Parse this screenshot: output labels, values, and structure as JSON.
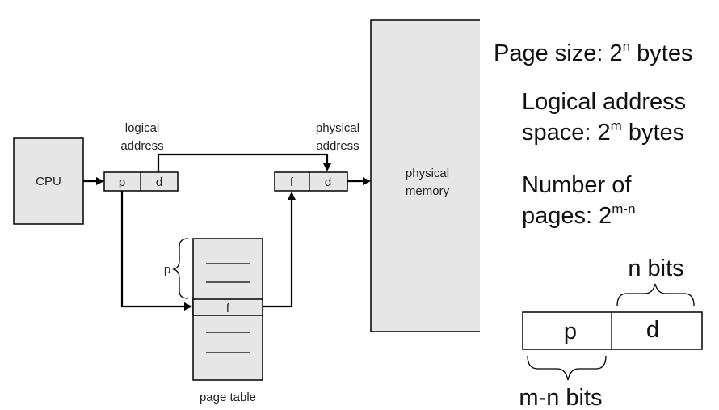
{
  "diagram": {
    "cpu_label": "CPU",
    "logical_address": {
      "line1": "logical",
      "line2": "address",
      "p": "p",
      "d": "d"
    },
    "physical_address": {
      "line1": "physical",
      "line2": "address",
      "f": "f",
      "d": "d"
    },
    "physical_memory": {
      "line1": "physical",
      "line2": "memory"
    },
    "page_table": {
      "label": "page table",
      "p_brace_label": "p",
      "entry_f": "f"
    }
  },
  "notes": {
    "page_size": {
      "text": "Page size: 2",
      "exp": "n",
      "suffix": " bytes"
    },
    "logical_space": {
      "line1": "Logical address",
      "line2_text": "space: 2",
      "line2_exp": "m",
      "line2_suffix": " bytes"
    },
    "num_pages": {
      "line1": "Number of",
      "line2_text": "pages: 2",
      "line2_exp": "m-n"
    }
  },
  "bit_layout": {
    "n_bits": "n bits",
    "p": "p",
    "d": "d",
    "mn_bits": "m-n bits"
  }
}
